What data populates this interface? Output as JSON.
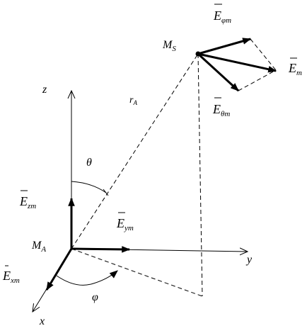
{
  "axes": {
    "z": "z",
    "y": "y",
    "x": "x"
  },
  "points": {
    "origin": {
      "main": "M",
      "sub": "A"
    },
    "source": {
      "main": "M",
      "sub": "S"
    }
  },
  "distance": {
    "main": "r",
    "sub": "A"
  },
  "angles": {
    "theta": "θ",
    "phi": "φ"
  },
  "vectors": {
    "E_z": {
      "main": "E",
      "sub": "zm"
    },
    "E_y": {
      "main": "E",
      "sub": "ym"
    },
    "E_x": {
      "main": "E",
      "sub": "xm"
    },
    "E_phi": {
      "main": "E",
      "sub": "φm"
    },
    "E_m": {
      "main": "E",
      "sub": "m"
    },
    "E_theta": {
      "main": "E",
      "sub": "θm"
    }
  }
}
